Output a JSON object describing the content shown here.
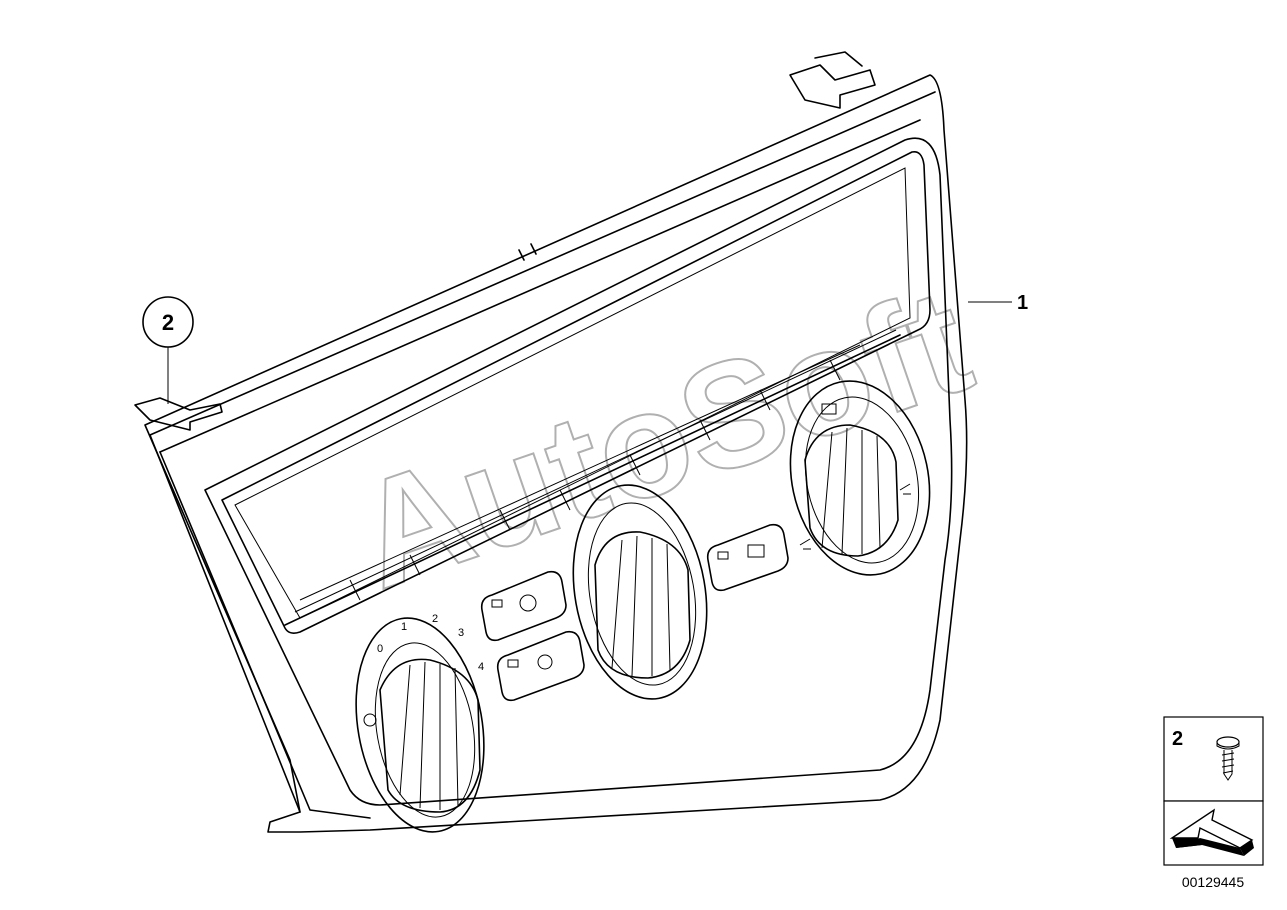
{
  "callouts": [
    {
      "label": "1"
    },
    {
      "label": "2"
    }
  ],
  "dial_left": {
    "marks": [
      "0",
      "1",
      "2",
      "3",
      "4"
    ]
  },
  "watermark": "AutoSoft",
  "legend": {
    "part_number": "2"
  },
  "image_number": "00129445"
}
